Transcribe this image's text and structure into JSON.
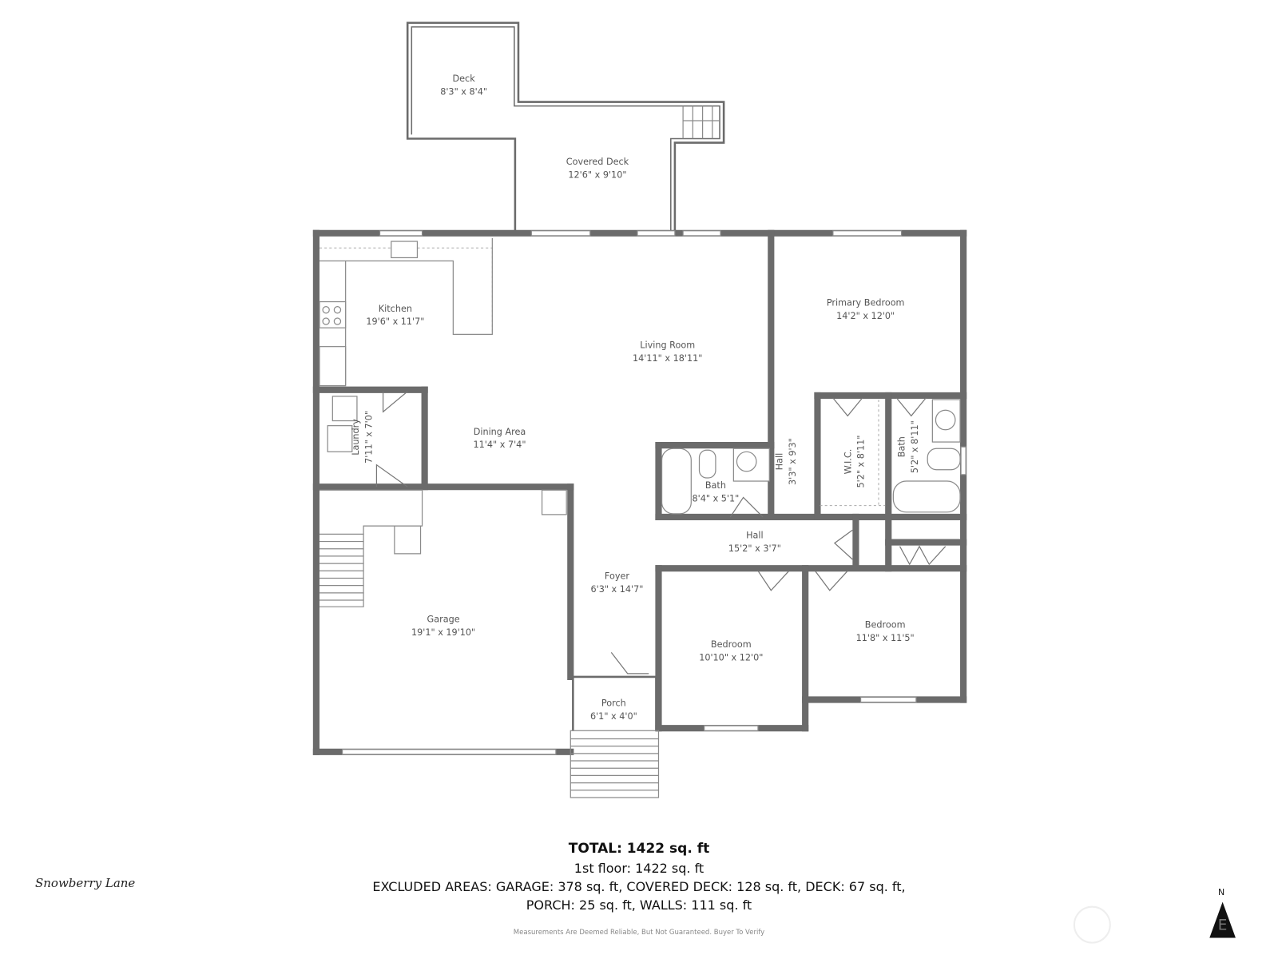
{
  "rooms": [
    {
      "name": "Deck",
      "dims": "8'3\" x 8'4\""
    },
    {
      "name": "Covered Deck",
      "dims": "12'6\" x 9'10\""
    },
    {
      "name": "Kitchen",
      "dims": "19'6\" x 11'7\""
    },
    {
      "name": "Living Room",
      "dims": "14'11\" x 18'11\""
    },
    {
      "name": "Primary Bedroom",
      "dims": "14'2\" x 12'0\""
    },
    {
      "name": "Laundry",
      "dims": "7'11\" x 7'0\""
    },
    {
      "name": "Dining Area",
      "dims": "11'4\" x 7'4\""
    },
    {
      "name": "Bath",
      "dims": "8'4\" x 5'1\""
    },
    {
      "name": "Hall",
      "dims": "3'3\" x 9'3\""
    },
    {
      "name": "W.I.C.",
      "dims": "5'2\" x 8'11\""
    },
    {
      "name": "Bath",
      "dims": "5'2\" x 8'11\""
    },
    {
      "name": "Hall",
      "dims": "15'2\" x 3'7\""
    },
    {
      "name": "Garage",
      "dims": "19'1\" x 19'10\""
    },
    {
      "name": "Foyer",
      "dims": "6'3\" x 14'7\""
    },
    {
      "name": "Bedroom",
      "dims": "10'10\" x 12'0\""
    },
    {
      "name": "Bedroom",
      "dims": "11'8\" x 11'5\""
    },
    {
      "name": "Porch",
      "dims": "6'1\" x 4'0\""
    }
  ],
  "summary": {
    "total": "TOTAL: 1422 sq. ft",
    "floor1": "1st floor: 1422 sq. ft",
    "excluded_line1": "EXCLUDED AREAS: GARAGE: 378 sq. ft, COVERED DECK: 128 sq. ft, DECK: 67 sq. ft,",
    "excluded_line2": "PORCH: 25 sq. ft, WALLS: 111 sq. ft",
    "disclaimer": "Measurements Are Deemed Reliable, But Not Guaranteed. Buyer To Verify"
  },
  "logo": "Snowberry Lane",
  "compass": {
    "label": "N",
    "icon": "north-arrow-icon"
  },
  "colors": {
    "wall": "#6b6b6b",
    "text": "#555555"
  }
}
